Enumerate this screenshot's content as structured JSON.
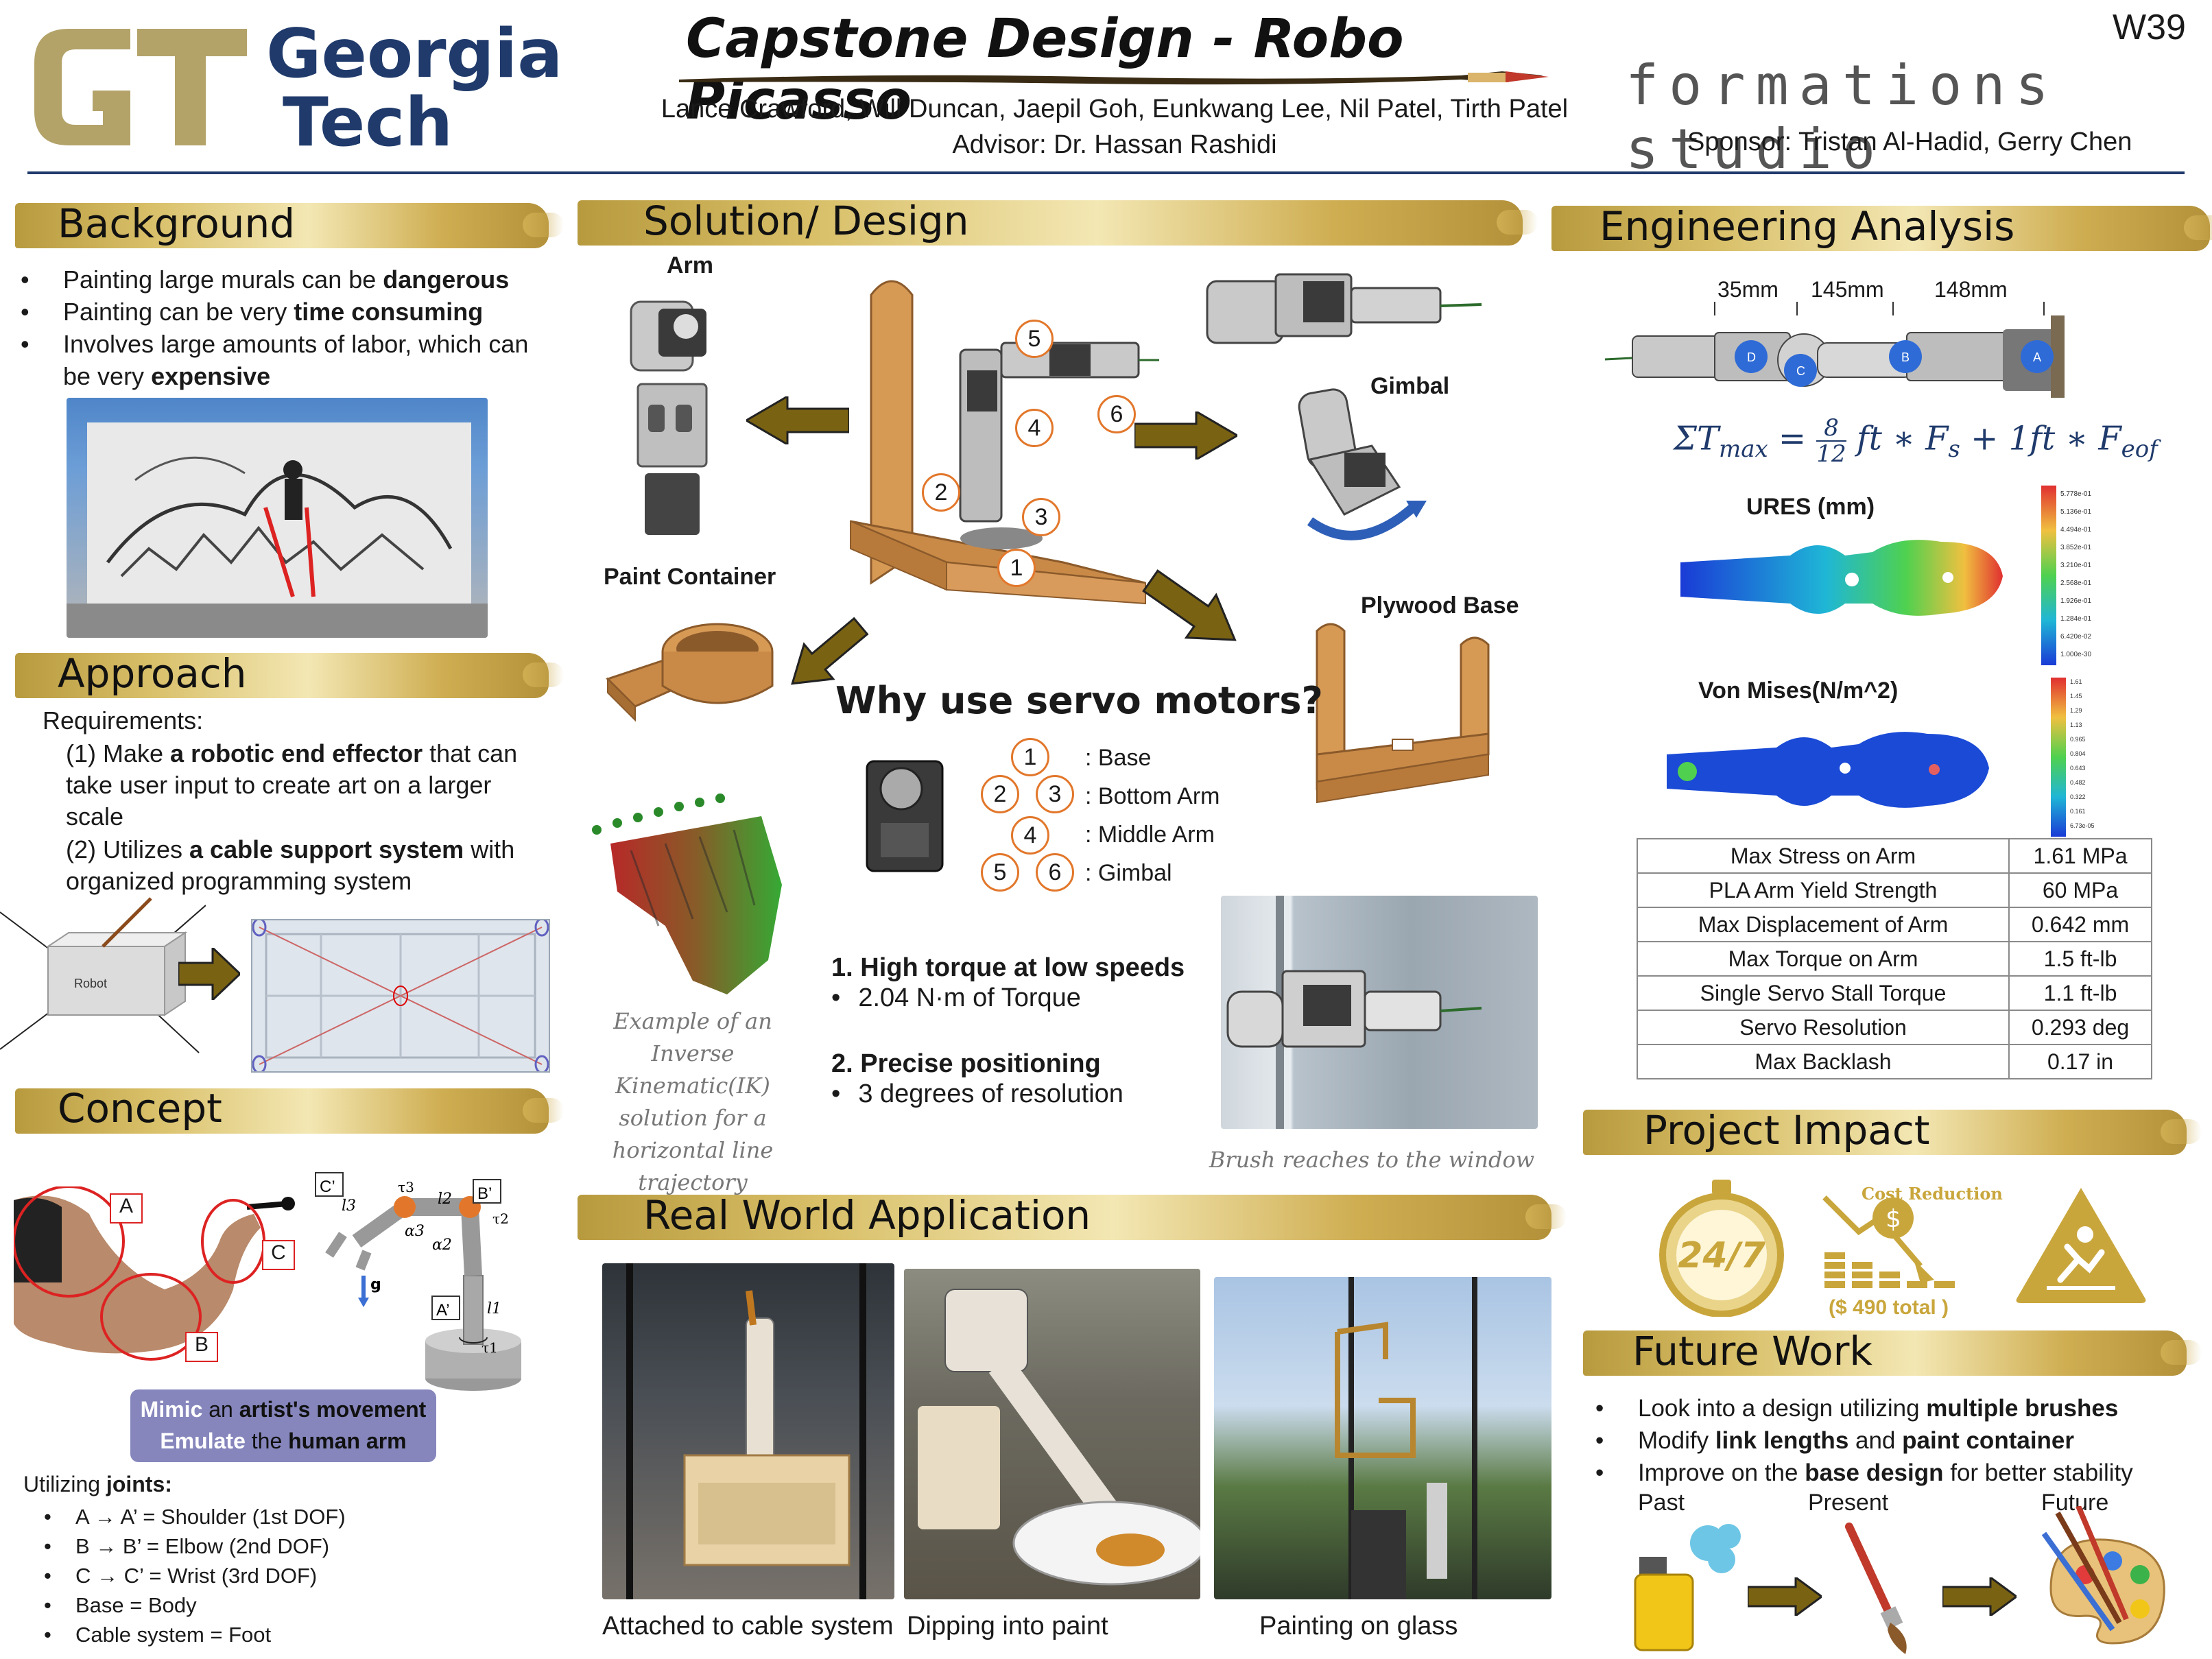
{
  "header": {
    "logo_line1": "Georgia",
    "logo_line2": "Tech",
    "title": "Capstone Design - Robo Picasso",
    "authors": "Lance Crawford, Will Duncan, Jaepil Goh, Eunkwang Lee, Nil Patel, Tirth Patel",
    "advisor": "Advisor: Dr. Hassan Rashidi",
    "booth": "W39",
    "sponsor_logo": "formations studio",
    "sponsor": "Sponsor: Tristan Al-Hadid, Gerry Chen"
  },
  "background": {
    "title": "Background",
    "b1_pre": "Painting large murals can be ",
    "b1_bold": "dangerous",
    "b2_pre": "Painting can be very ",
    "b2_bold": "time consuming",
    "b3_pre": "Involves large amounts of labor, which can be very ",
    "b3_bold": "expensive"
  },
  "approach": {
    "title": "Approach",
    "req": "Requirements:",
    "r1_pre": "(1) Make ",
    "r1_bold": "a robotic end effector",
    "r1_post": " that can take user input to create art on a larger scale",
    "r2_pre": "(2) Utilizes ",
    "r2_bold": "a cable support system",
    "r2_post": " with organized programming system",
    "robot_label": "Robot"
  },
  "concept": {
    "title": "Concept",
    "label_a": "A",
    "label_b": "B",
    "label_c": "C",
    "label_ap": "A’",
    "label_bp": "B’",
    "label_cp": "C’",
    "label_g": "g",
    "label_l1": "l1",
    "label_l2": "l2",
    "label_l3": "l3",
    "label_t1": "τ1",
    "label_t2": "τ2",
    "label_t3": "τ3",
    "label_a2": "α2",
    "label_a3": "α3",
    "mimic_w1": "Mimic",
    "mimic_w2": " an ",
    "mimic_w3": "artist's movement",
    "emulate_w1": "Emulate",
    "emulate_w2": " the ",
    "emulate_w3": "human arm",
    "joints_pre": "Utilizing ",
    "joints_bold": "joints:",
    "joints": [
      "A → A’ = Shoulder (1st DOF)",
      "B → B’ = Elbow (2nd DOF)",
      "C → C’ = Wrist (3rd DOF)",
      "Base = Body",
      "Cable system = Foot"
    ]
  },
  "solution": {
    "title": "Solution/ Design",
    "arm": "Arm",
    "gimbal": "Gimbal",
    "paint_container": "Paint Container",
    "plywood_base": "Plywood Base",
    "why": "Why use servo motors?",
    "legend": [
      ": Base",
      ": Bottom Arm",
      ": Middle Arm",
      ": Gimbal"
    ],
    "n1": "1",
    "n2": "2",
    "n3": "3",
    "n4": "4",
    "n5": "5",
    "n6": "6",
    "ik_caption": "Example of an Inverse Kinematic(IK) solution for a horizontal line trajectory",
    "p1": "1.  High torque at low speeds",
    "p1b": "2.04 N·m of Torque",
    "p2": "2. Precise positioning",
    "p2b": "3 degrees of resolution",
    "brush_caption": "Brush reaches to the window"
  },
  "real_world": {
    "title": "Real World Application",
    "captions": [
      "Attached to cable system",
      "Dipping into paint",
      "Painting on glass"
    ]
  },
  "engineering": {
    "title": "Engineering Analysis",
    "dims": [
      "35mm",
      "145mm",
      "148mm"
    ],
    "joint_labels": [
      "D",
      "C",
      "B",
      "A"
    ],
    "eq_lhs": "ΣT",
    "eq_sub": "max",
    "eq_num": "8",
    "eq_den": "12",
    "eq_r1": "ft ∗ F",
    "eq_s": "s",
    "eq_r2": " + 1ft ∗ F",
    "eq_eof": "eof",
    "ures": "URES (mm)",
    "vonmises": "Von Mises(N/m^2)",
    "ures_ticks": [
      "5.778e-01",
      "5.136e-01",
      "4.494e-01",
      "3.852e-01",
      "3.210e-01",
      "2.568e-01",
      "1.926e-01",
      "1.284e-01",
      "6.420e-02",
      "1.000e-30"
    ],
    "vm_ticks": [
      "1.61",
      "1.45",
      "1.29",
      "1.13",
      "0.965",
      "0.804",
      "0.643",
      "0.482",
      "0.322",
      "0.161",
      "6.73e-05"
    ],
    "table": [
      [
        "Max Stress on Arm",
        "1.61 MPa"
      ],
      [
        "PLA Arm Yield Strength",
        "60 MPa"
      ],
      [
        "Max Displacement of Arm",
        "0.642 mm"
      ],
      [
        "Max Torque on Arm",
        "1.5 ft-lb"
      ],
      [
        "Single Servo Stall Torque",
        "1.1 ft-lb"
      ],
      [
        "Servo Resolution",
        "0.293 deg"
      ],
      [
        "Max Backlash",
        "0.17 in"
      ]
    ]
  },
  "impact": {
    "title": "Project Impact",
    "clock_text": "24/7",
    "cost_label": "Cost Reduction",
    "cost_total": "($ 490 total )"
  },
  "future": {
    "title": "Future Work",
    "f1_pre": "Look into a design utilizing ",
    "f1_bold": "multiple brushes",
    "f2_pre": "Modify ",
    "f2_bold1": "link lengths",
    "f2_mid": " and ",
    "f2_bold2": "paint container",
    "f3_pre": "Improve on the ",
    "f3_bold": "base design",
    "f3_post": " for better stability",
    "past": "Past",
    "present": "Present",
    "future": "Future"
  }
}
